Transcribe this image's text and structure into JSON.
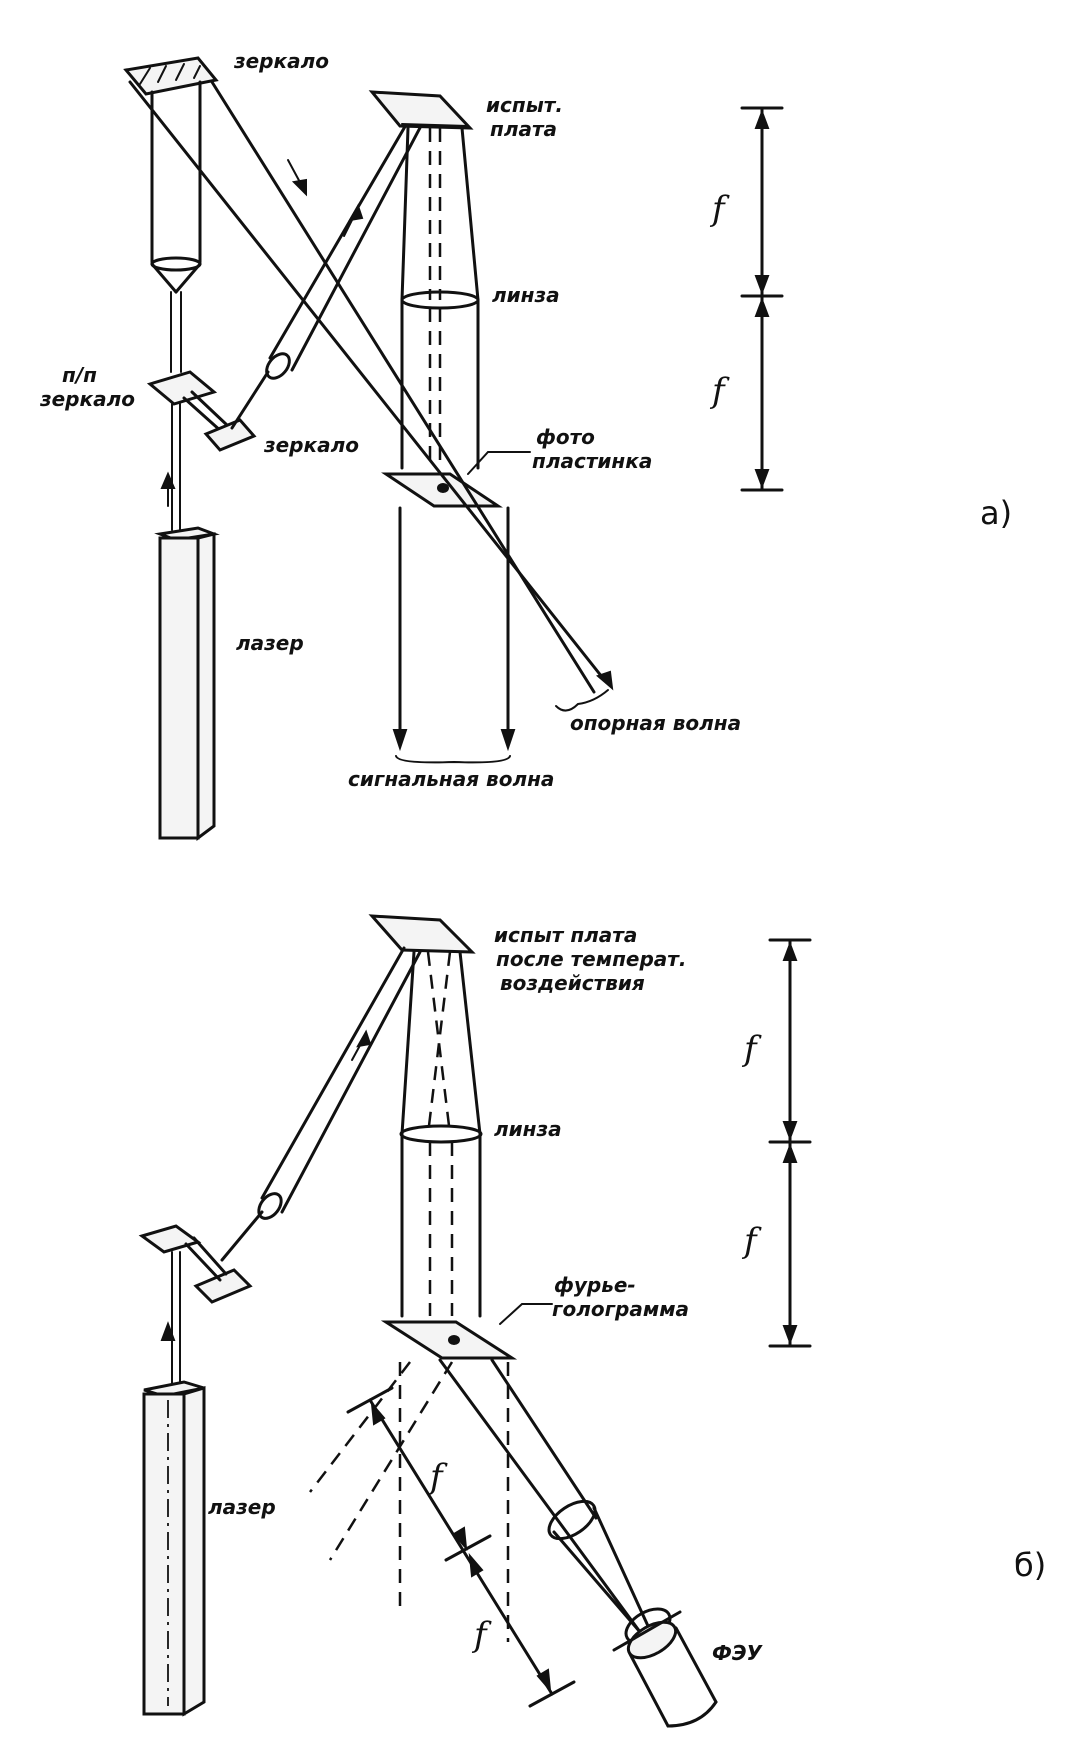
{
  "diagram_a": {
    "part_label": "а)",
    "labels": {
      "mirror_top": "зеркало",
      "test_board": [
        "испыт.",
        "плата"
      ],
      "lens": "линза",
      "semi_mirror": [
        "п/п",
        "зеркало"
      ],
      "mirror_small": "зеркало",
      "photo_plate": [
        "фото",
        "пластинка"
      ],
      "laser": "лазер",
      "reference_wave": "опорная волна",
      "signal_wave": "сигнальная волна"
    },
    "focal_marks": [
      "f",
      "f"
    ]
  },
  "diagram_b": {
    "part_label": "б)",
    "labels": {
      "test_board": [
        "испыт плата",
        "после температ.",
        "воздействия"
      ],
      "lens": "линза",
      "hologram": [
        "фурье-",
        "голограмма"
      ],
      "laser": "лазер",
      "pmt": "ФЭУ"
    },
    "focal_marks": [
      "f",
      "f",
      "f",
      "f"
    ]
  }
}
